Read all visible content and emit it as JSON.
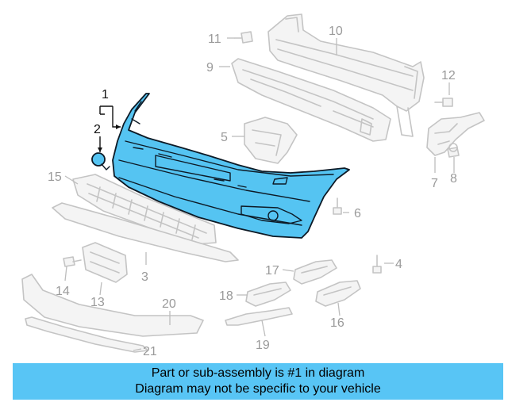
{
  "diagram": {
    "highlighted_part": "1",
    "highlight_color": "#55c4f2",
    "callouts": [
      "1",
      "2",
      "3",
      "4",
      "5",
      "6",
      "7",
      "8",
      "9",
      "10",
      "11",
      "12",
      "13",
      "14",
      "15",
      "16",
      "17",
      "18",
      "19",
      "20",
      "21"
    ]
  },
  "banner": {
    "line1": "Part or sub-assembly is #1 in diagram",
    "line2": "Diagram may not be specific to your vehicle",
    "color": "#58c5f5"
  }
}
